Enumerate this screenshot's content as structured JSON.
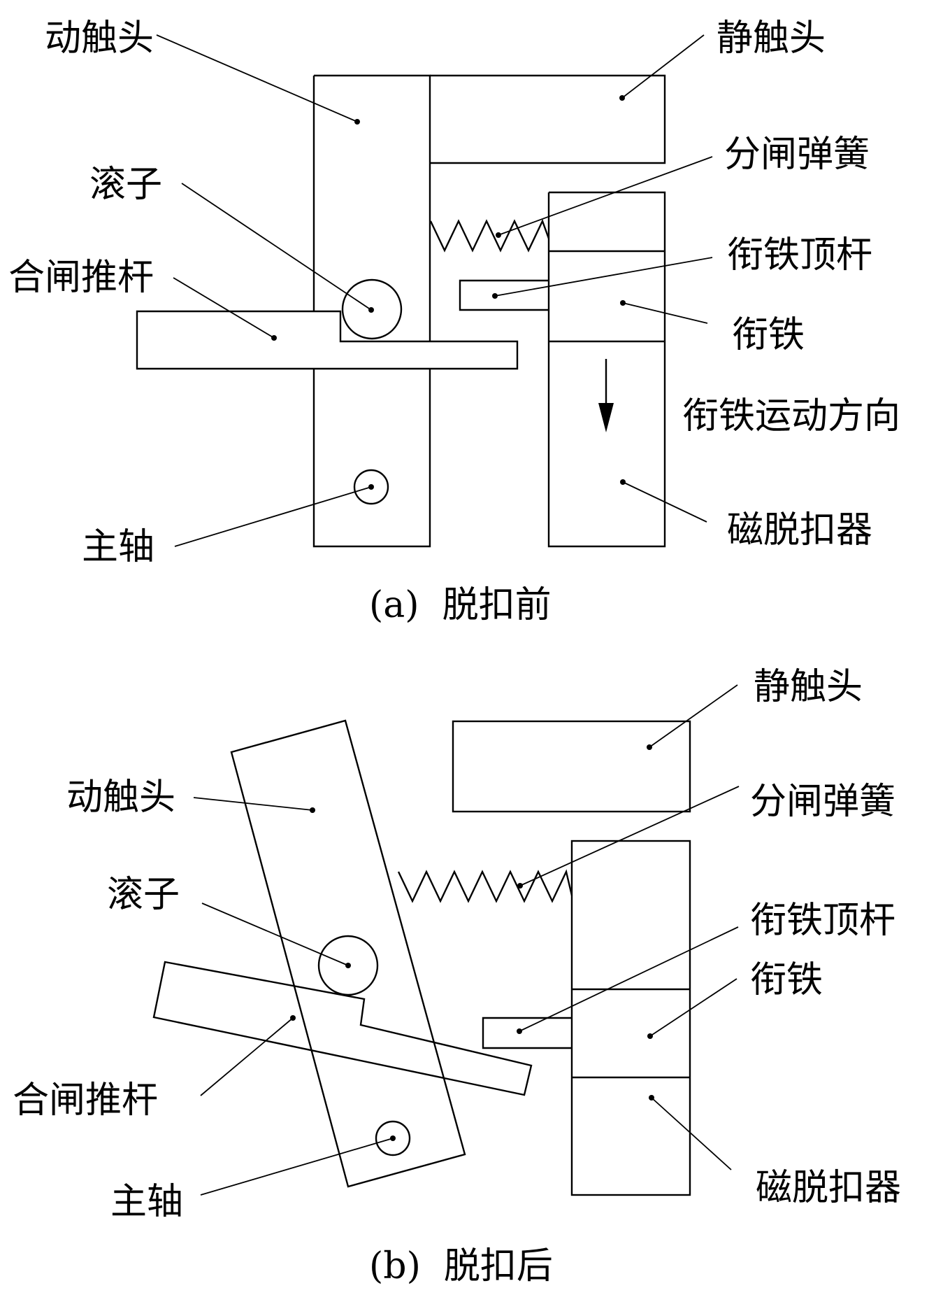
{
  "diagram_a": {
    "caption": "(a)  脱扣前",
    "labels": {
      "moving_contact": "动触头",
      "static_contact": "静触头",
      "roller": "滚子",
      "opening_spring": "分闸弹簧",
      "closing_push_rod": "合闸推杆",
      "armature_push_rod": "衔铁顶杆",
      "armature": "衔铁",
      "armature_direction": "衔铁运动方向",
      "main_shaft": "主轴",
      "magnetic_release": "磁脱扣器"
    }
  },
  "diagram_b": {
    "caption": "(b)  脱扣后",
    "labels": {
      "static_contact": "静触头",
      "moving_contact": "动触头",
      "opening_spring": "分闸弹簧",
      "roller": "滚子",
      "armature_push_rod": "衔铁顶杆",
      "armature": "衔铁",
      "closing_push_rod": "合闸推杆",
      "main_shaft": "主轴",
      "magnetic_release": "磁脱扣器"
    }
  },
  "colors": {
    "ink": "#000000",
    "background": "#ffffff"
  }
}
